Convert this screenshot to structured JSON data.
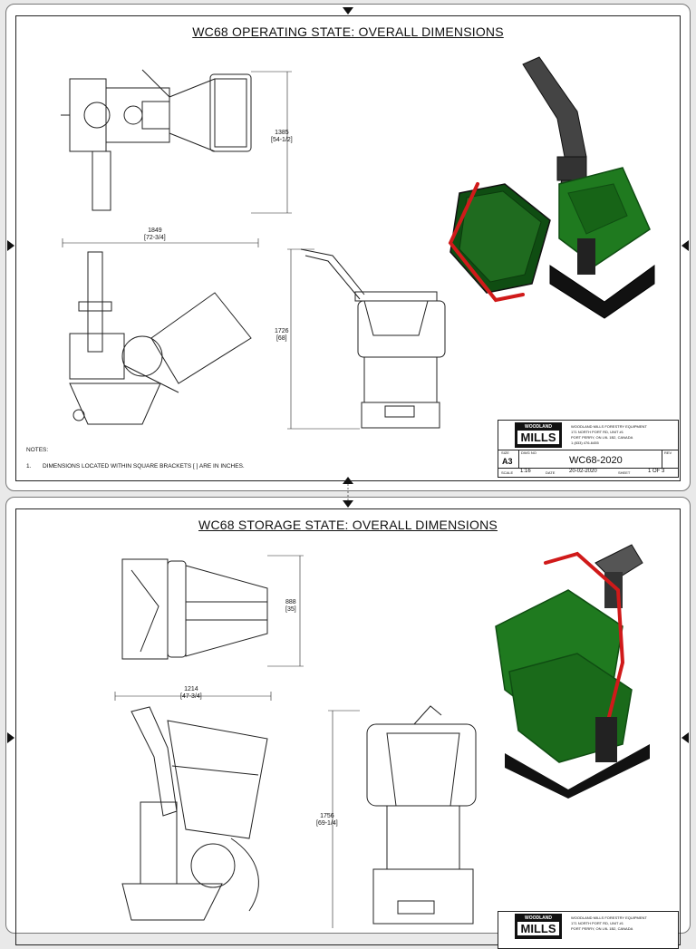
{
  "sheet1": {
    "title": "WC68 OPERATING STATE: OVERALL DIMENSIONS",
    "dim_top_height": "1385",
    "dim_top_height_in": "[54-1/2]",
    "dim_width": "1849",
    "dim_width_in": "[72-3/4]",
    "dim_height": "1726",
    "dim_height_in": "[68]",
    "notes_label": "NOTES:",
    "note_1_num": "1.",
    "note_1": "DIMENSIONS LOCATED WITHIN SQUARE BRACKETS [ ] ARE IN INCHES.",
    "title_block": {
      "logo_top": "WOODLAND",
      "logo_main": "MILLS",
      "company": "WOODLAND MILLS FORESTRY EQUIPMENT",
      "address1": "171 NORTH PORT RD, UNIT #1",
      "address2": "PORT PERRY, ON L9L 1B2, CANADA",
      "phone": "1 (833) 476-6455",
      "size_label": "SIZE",
      "size": "A3",
      "dwg_label": "DWG NO",
      "dwg": "WC68-2020",
      "rev_label": "REV",
      "scale_label": "SCALE",
      "scale": "1:16",
      "date_label": "DATE",
      "date": "20-02-2020",
      "sheet_label": "SHEET",
      "sheet": "1 OF 3"
    }
  },
  "sheet2": {
    "title": "WC68 STORAGE STATE: OVERALL DIMENSIONS",
    "dim_top_height": "888",
    "dim_top_height_in": "[35]",
    "dim_width": "1214",
    "dim_width_in": "[47-3/4]",
    "dim_height": "1756",
    "dim_height_in": "[69-1/4]",
    "title_block": {
      "logo_top": "WOODLAND",
      "logo_main": "MILLS",
      "company": "WOODLAND MILLS FORESTRY EQUIPMENT",
      "address1": "171 NORTH PORT RD, UNIT #1",
      "address2": "PORT PERRY, ON L9L 1B2, CANADA"
    }
  },
  "colors": {
    "green": "#1f7a1f",
    "dark_green": "#0f4d12",
    "red": "#d01a1a",
    "black": "#111111",
    "gray": "#555555"
  }
}
